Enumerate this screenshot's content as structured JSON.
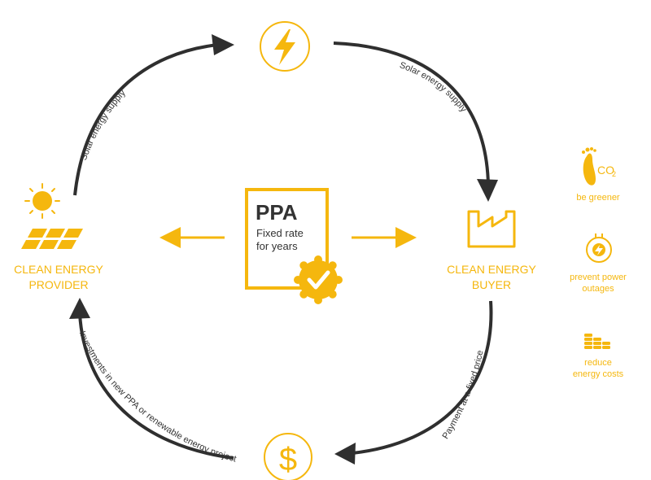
{
  "colors": {
    "accent": "#F5B70E",
    "arrow": "#2F2F2F",
    "text": "#333333"
  },
  "nodes": {
    "provider": {
      "line1": "CLEAN ENERGY",
      "line2": "PROVIDER",
      "icon": "solar-panel-sun-icon"
    },
    "buyer": {
      "line1": "CLEAN ENERGY",
      "line2": "BUYER",
      "icon": "factory-icon"
    },
    "energy": {
      "icon": "lightning-bolt-icon"
    },
    "payment": {
      "icon": "dollar-icon"
    }
  },
  "ppa": {
    "title": "PPA",
    "line1": "Fixed rate",
    "line2": "for years",
    "icon": "check-badge-icon"
  },
  "flows": {
    "supply_left": "Solar energy supply",
    "supply_right": "Solar energy supply",
    "payment": "Payment at a fixed price",
    "investment": "Investments in new PPA or renewable energy projects"
  },
  "benefits": [
    {
      "icon": "footprint-co2-icon",
      "co2": "CO",
      "co2_sub": "2",
      "line1": "be greener",
      "line2": ""
    },
    {
      "icon": "power-plug-icon",
      "line1": "prevent power",
      "line2": "outages"
    },
    {
      "icon": "coin-stacks-icon",
      "line1": "reduce",
      "line2": "energy costs"
    }
  ]
}
